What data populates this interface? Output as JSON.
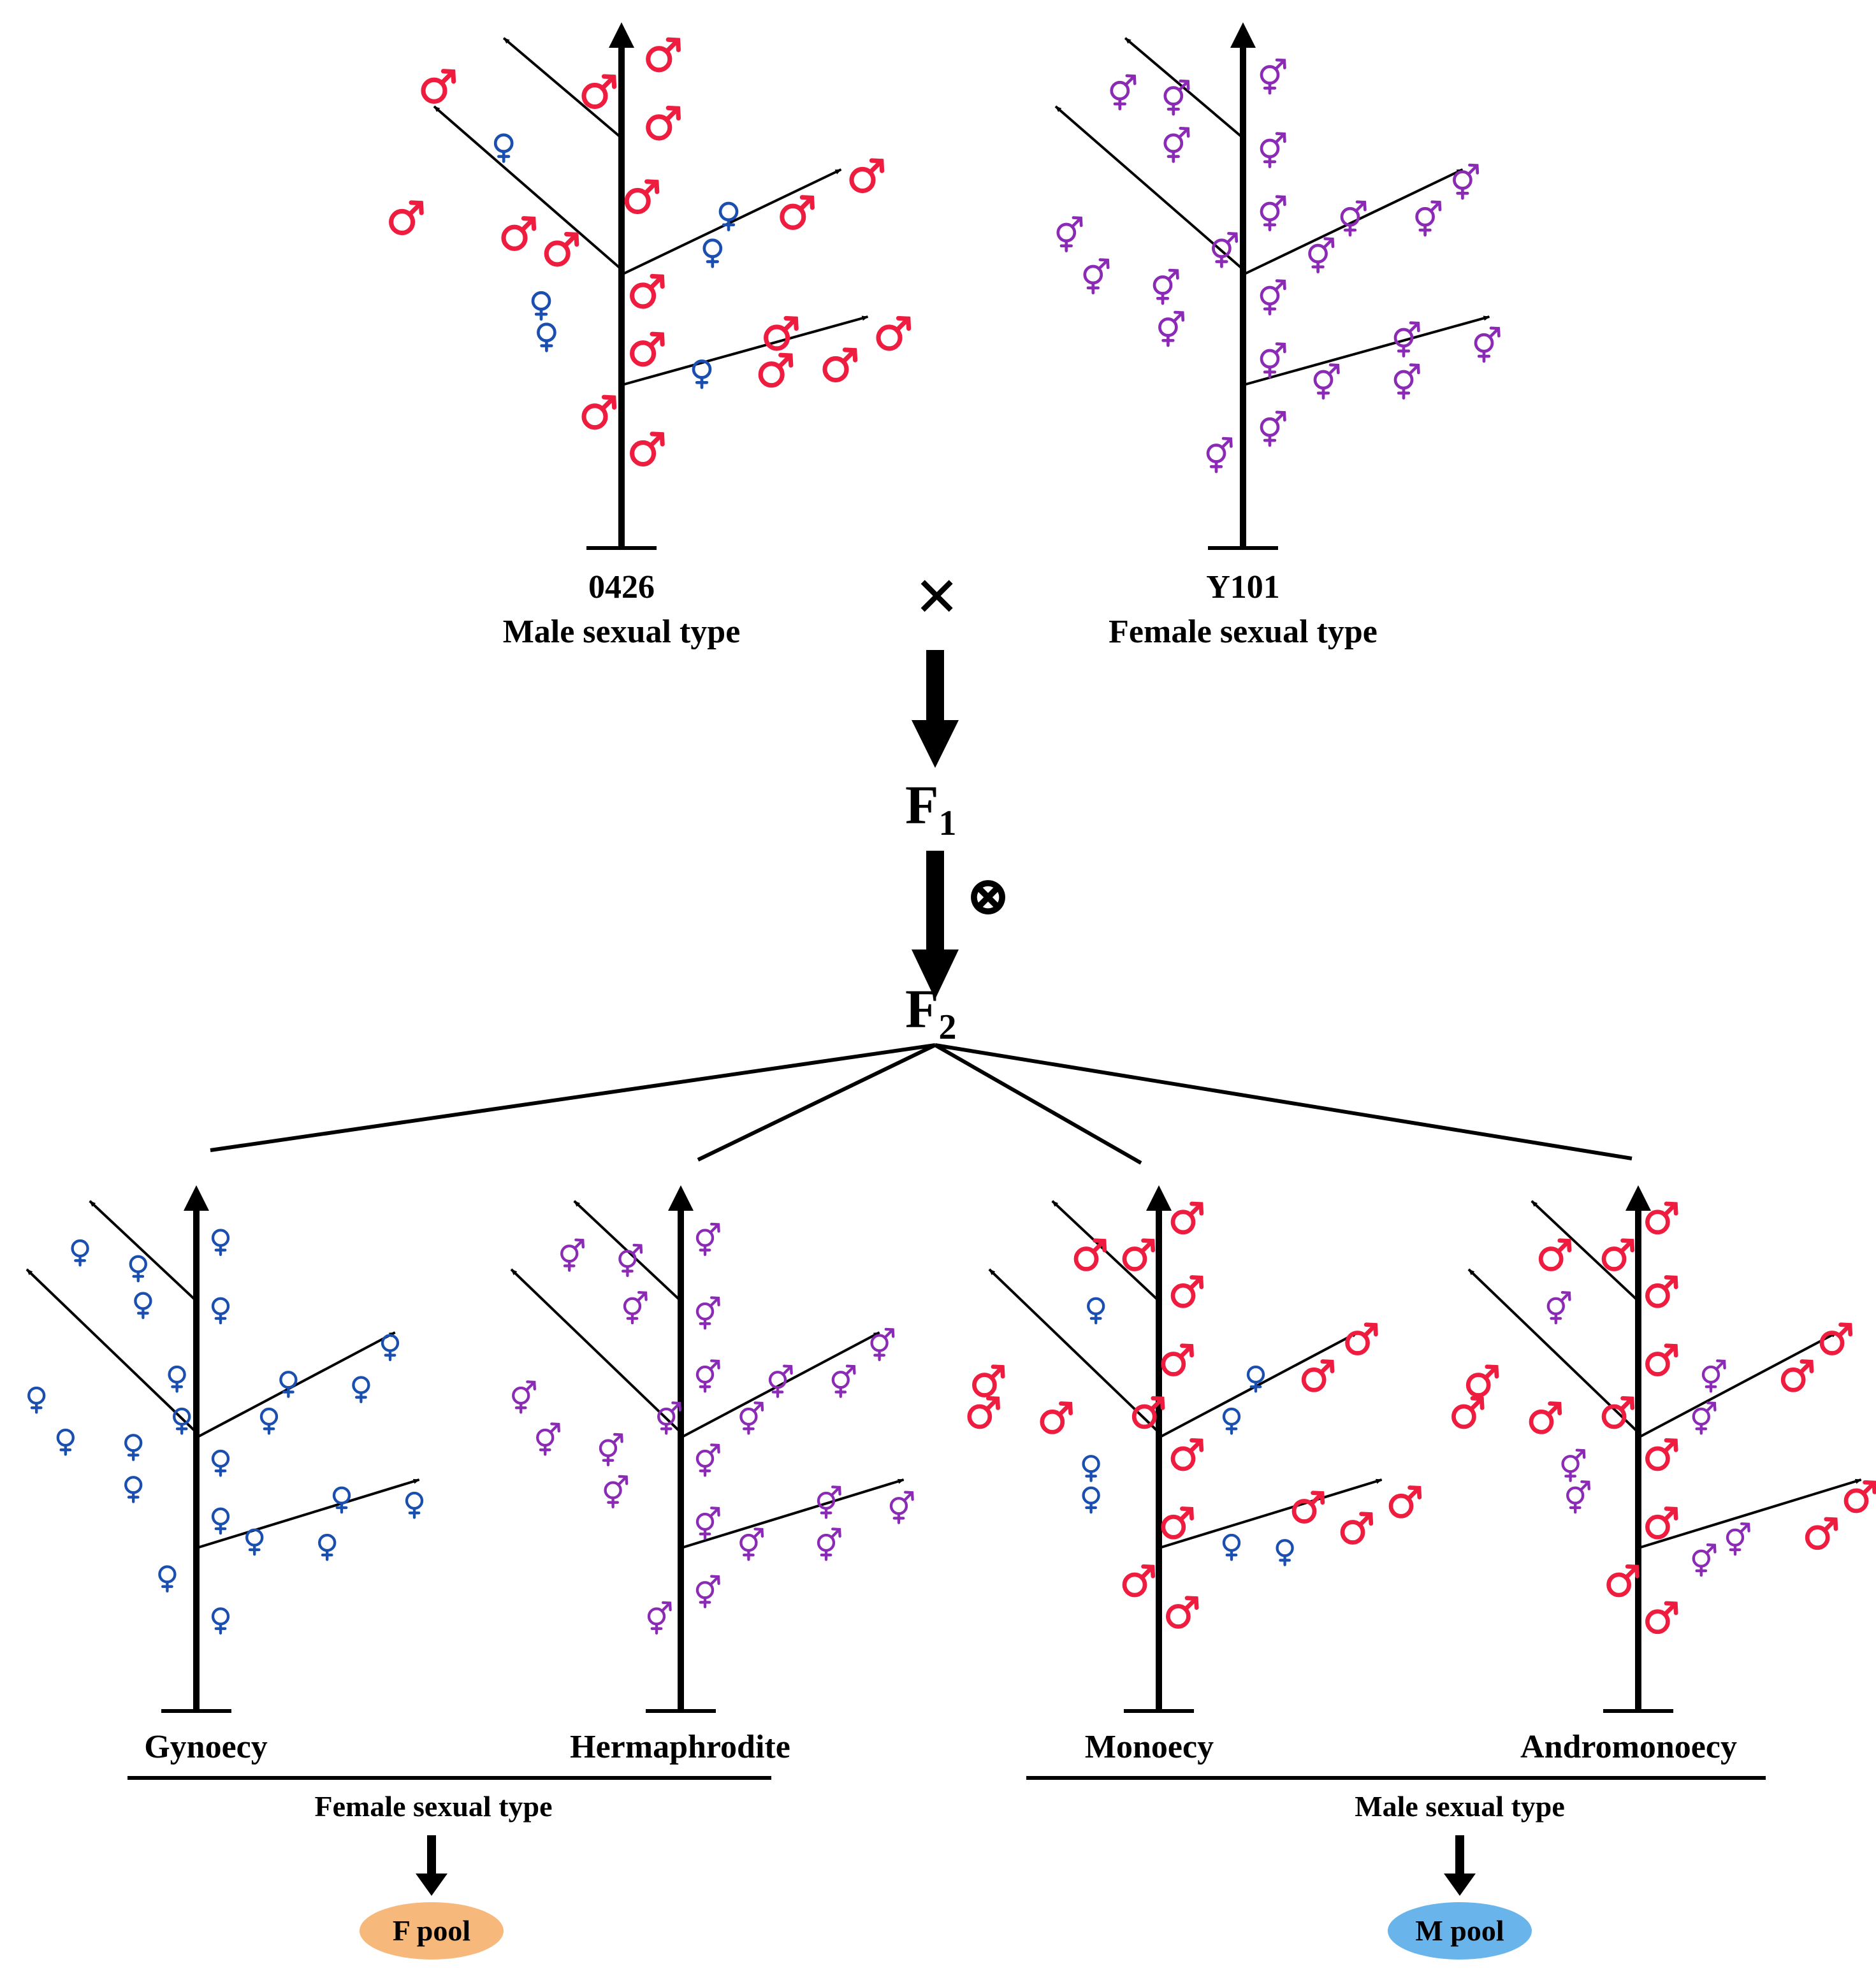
{
  "colors": {
    "male": "#ee1c3e",
    "female": "#1a4fb0",
    "hermaphrodite": "#8a2ab5",
    "line": "#000000",
    "f_pool_fill": "#f7b87c",
    "m_pool_fill": "#6ab4ec"
  },
  "parents": {
    "left": {
      "id": "0426",
      "type": "Male sexual type"
    },
    "right": {
      "id": "Y101",
      "type": "Female sexual type"
    },
    "cross_symbol": "×"
  },
  "generations": {
    "f1": {
      "base": "F",
      "sub": "1"
    },
    "f2": {
      "base": "F",
      "sub": "2"
    },
    "selfing_symbol": "⊗"
  },
  "phenotypes": [
    {
      "label": "Gynoecy"
    },
    {
      "label": "Hermaphrodite"
    },
    {
      "label": "Monoecy"
    },
    {
      "label": "Andromonoecy"
    }
  ],
  "groups": {
    "female": "Female sexual type",
    "male": "Male sexual type"
  },
  "pools": {
    "f": "F pool",
    "m": "M pool"
  },
  "plants": {
    "p0426": [
      {
        "kind": "male",
        "rx": 0.07,
        "ry": 0.07
      },
      {
        "kind": "male",
        "rx": -0.05,
        "ry": 0.14
      },
      {
        "kind": "male",
        "rx": -0.35,
        "ry": 0.13
      },
      {
        "kind": "female",
        "rx": -0.22,
        "ry": 0.23
      },
      {
        "kind": "male",
        "rx": 0.07,
        "ry": 0.2
      },
      {
        "kind": "male",
        "rx": 0.45,
        "ry": 0.3
      },
      {
        "kind": "male",
        "rx": 0.03,
        "ry": 0.34
      },
      {
        "kind": "female",
        "rx": 0.2,
        "ry": 0.36
      },
      {
        "kind": "male",
        "rx": 0.32,
        "ry": 0.37
      },
      {
        "kind": "male",
        "rx": -0.41,
        "ry": 0.38
      },
      {
        "kind": "male",
        "rx": -0.2,
        "ry": 0.41
      },
      {
        "kind": "male",
        "rx": -0.12,
        "ry": 0.44
      },
      {
        "kind": "female",
        "rx": 0.17,
        "ry": 0.43
      },
      {
        "kind": "male",
        "rx": 0.04,
        "ry": 0.52
      },
      {
        "kind": "female",
        "rx": -0.15,
        "ry": 0.53
      },
      {
        "kind": "female",
        "rx": -0.14,
        "ry": 0.59
      },
      {
        "kind": "male",
        "rx": 0.29,
        "ry": 0.6
      },
      {
        "kind": "male",
        "rx": 0.5,
        "ry": 0.6
      },
      {
        "kind": "male",
        "rx": 0.04,
        "ry": 0.63
      },
      {
        "kind": "female",
        "rx": 0.15,
        "ry": 0.66
      },
      {
        "kind": "male",
        "rx": 0.28,
        "ry": 0.67
      },
      {
        "kind": "male",
        "rx": 0.4,
        "ry": 0.66
      },
      {
        "kind": "male",
        "rx": -0.05,
        "ry": 0.75
      },
      {
        "kind": "male",
        "rx": 0.04,
        "ry": 0.82
      }
    ],
    "pY101": [
      {
        "kind": "herm",
        "rx": 0.05,
        "ry": 0.1
      },
      {
        "kind": "herm",
        "rx": -0.23,
        "ry": 0.13
      },
      {
        "kind": "herm",
        "rx": -0.13,
        "ry": 0.14
      },
      {
        "kind": "herm",
        "rx": -0.13,
        "ry": 0.23
      },
      {
        "kind": "herm",
        "rx": 0.05,
        "ry": 0.24
      },
      {
        "kind": "herm",
        "rx": 0.41,
        "ry": 0.3
      },
      {
        "kind": "herm",
        "rx": 0.05,
        "ry": 0.36
      },
      {
        "kind": "herm",
        "rx": 0.2,
        "ry": 0.37
      },
      {
        "kind": "herm",
        "rx": 0.34,
        "ry": 0.37
      },
      {
        "kind": "herm",
        "rx": -0.33,
        "ry": 0.4
      },
      {
        "kind": "herm",
        "rx": -0.04,
        "ry": 0.43
      },
      {
        "kind": "herm",
        "rx": 0.14,
        "ry": 0.44
      },
      {
        "kind": "herm",
        "rx": -0.28,
        "ry": 0.48
      },
      {
        "kind": "herm",
        "rx": -0.15,
        "ry": 0.5
      },
      {
        "kind": "herm",
        "rx": 0.05,
        "ry": 0.52
      },
      {
        "kind": "herm",
        "rx": -0.14,
        "ry": 0.58
      },
      {
        "kind": "herm",
        "rx": 0.3,
        "ry": 0.6
      },
      {
        "kind": "herm",
        "rx": 0.45,
        "ry": 0.61
      },
      {
        "kind": "herm",
        "rx": 0.05,
        "ry": 0.64
      },
      {
        "kind": "herm",
        "rx": 0.15,
        "ry": 0.68
      },
      {
        "kind": "herm",
        "rx": 0.3,
        "ry": 0.68
      },
      {
        "kind": "herm",
        "rx": 0.05,
        "ry": 0.77
      },
      {
        "kind": "herm",
        "rx": -0.05,
        "ry": 0.82
      }
    ],
    "pGyn": [
      {
        "kind": "female",
        "rx": 0.05,
        "ry": 0.1
      },
      {
        "kind": "female",
        "rx": -0.24,
        "ry": 0.12
      },
      {
        "kind": "female",
        "rx": -0.12,
        "ry": 0.15
      },
      {
        "kind": "female",
        "rx": -0.11,
        "ry": 0.22
      },
      {
        "kind": "female",
        "rx": 0.05,
        "ry": 0.23
      },
      {
        "kind": "female",
        "rx": 0.4,
        "ry": 0.3
      },
      {
        "kind": "female",
        "rx": -0.04,
        "ry": 0.36
      },
      {
        "kind": "female",
        "rx": 0.19,
        "ry": 0.37
      },
      {
        "kind": "female",
        "rx": 0.34,
        "ry": 0.38
      },
      {
        "kind": "female",
        "rx": -0.33,
        "ry": 0.4
      },
      {
        "kind": "female",
        "rx": -0.03,
        "ry": 0.44
      },
      {
        "kind": "female",
        "rx": 0.15,
        "ry": 0.44
      },
      {
        "kind": "female",
        "rx": -0.27,
        "ry": 0.48
      },
      {
        "kind": "female",
        "rx": -0.13,
        "ry": 0.49
      },
      {
        "kind": "female",
        "rx": 0.05,
        "ry": 0.52
      },
      {
        "kind": "female",
        "rx": -0.13,
        "ry": 0.57
      },
      {
        "kind": "female",
        "rx": 0.3,
        "ry": 0.59
      },
      {
        "kind": "female",
        "rx": 0.45,
        "ry": 0.6
      },
      {
        "kind": "female",
        "rx": 0.05,
        "ry": 0.63
      },
      {
        "kind": "female",
        "rx": 0.12,
        "ry": 0.67
      },
      {
        "kind": "female",
        "rx": 0.27,
        "ry": 0.68
      },
      {
        "kind": "female",
        "rx": -0.06,
        "ry": 0.74
      },
      {
        "kind": "female",
        "rx": 0.05,
        "ry": 0.82
      }
    ],
    "pHerm": [
      {
        "kind": "herm",
        "rx": 0.05,
        "ry": 0.1
      },
      {
        "kind": "herm",
        "rx": -0.23,
        "ry": 0.13
      },
      {
        "kind": "herm",
        "rx": -0.11,
        "ry": 0.14
      },
      {
        "kind": "herm",
        "rx": -0.1,
        "ry": 0.23
      },
      {
        "kind": "herm",
        "rx": 0.05,
        "ry": 0.24
      },
      {
        "kind": "herm",
        "rx": 0.41,
        "ry": 0.3
      },
      {
        "kind": "herm",
        "rx": 0.05,
        "ry": 0.36
      },
      {
        "kind": "herm",
        "rx": 0.2,
        "ry": 0.37
      },
      {
        "kind": "herm",
        "rx": 0.33,
        "ry": 0.37
      },
      {
        "kind": "herm",
        "rx": -0.33,
        "ry": 0.4
      },
      {
        "kind": "herm",
        "rx": -0.03,
        "ry": 0.44
      },
      {
        "kind": "herm",
        "rx": 0.14,
        "ry": 0.44
      },
      {
        "kind": "herm",
        "rx": -0.28,
        "ry": 0.48
      },
      {
        "kind": "herm",
        "rx": -0.15,
        "ry": 0.5
      },
      {
        "kind": "herm",
        "rx": 0.05,
        "ry": 0.52
      },
      {
        "kind": "herm",
        "rx": -0.14,
        "ry": 0.58
      },
      {
        "kind": "herm",
        "rx": 0.3,
        "ry": 0.6
      },
      {
        "kind": "herm",
        "rx": 0.45,
        "ry": 0.61
      },
      {
        "kind": "herm",
        "rx": 0.05,
        "ry": 0.64
      },
      {
        "kind": "herm",
        "rx": 0.14,
        "ry": 0.68
      },
      {
        "kind": "herm",
        "rx": 0.3,
        "ry": 0.68
      },
      {
        "kind": "herm",
        "rx": 0.05,
        "ry": 0.77
      },
      {
        "kind": "herm",
        "rx": -0.05,
        "ry": 0.82
      }
    ],
    "pMon": [
      {
        "kind": "male",
        "rx": 0.05,
        "ry": 0.07
      },
      {
        "kind": "male",
        "rx": -0.05,
        "ry": 0.14
      },
      {
        "kind": "male",
        "rx": -0.15,
        "ry": 0.14
      },
      {
        "kind": "female",
        "rx": -0.13,
        "ry": 0.23
      },
      {
        "kind": "male",
        "rx": 0.05,
        "ry": 0.21
      },
      {
        "kind": "male",
        "rx": 0.41,
        "ry": 0.3
      },
      {
        "kind": "male",
        "rx": 0.03,
        "ry": 0.34
      },
      {
        "kind": "female",
        "rx": 0.2,
        "ry": 0.36
      },
      {
        "kind": "male",
        "rx": 0.32,
        "ry": 0.37
      },
      {
        "kind": "male",
        "rx": -0.36,
        "ry": 0.38
      },
      {
        "kind": "male",
        "rx": -0.03,
        "ry": 0.44
      },
      {
        "kind": "female",
        "rx": 0.15,
        "ry": 0.44
      },
      {
        "kind": "male",
        "rx": -0.37,
        "ry": 0.44
      },
      {
        "kind": "male",
        "rx": -0.22,
        "ry": 0.45
      },
      {
        "kind": "male",
        "rx": 0.05,
        "ry": 0.52
      },
      {
        "kind": "female",
        "rx": -0.14,
        "ry": 0.53
      },
      {
        "kind": "female",
        "rx": -0.14,
        "ry": 0.59
      },
      {
        "kind": "male",
        "rx": 0.3,
        "ry": 0.62
      },
      {
        "kind": "male",
        "rx": 0.5,
        "ry": 0.61
      },
      {
        "kind": "male",
        "rx": 0.03,
        "ry": 0.65
      },
      {
        "kind": "female",
        "rx": 0.15,
        "ry": 0.68
      },
      {
        "kind": "male",
        "rx": 0.4,
        "ry": 0.66
      },
      {
        "kind": "female",
        "rx": 0.26,
        "ry": 0.69
      },
      {
        "kind": "male",
        "rx": -0.05,
        "ry": 0.76
      },
      {
        "kind": "male",
        "rx": 0.04,
        "ry": 0.82
      }
    ],
    "pAndro": [
      {
        "kind": "male",
        "rx": 0.04,
        "ry": 0.07
      },
      {
        "kind": "male",
        "rx": -0.18,
        "ry": 0.14
      },
      {
        "kind": "male",
        "rx": -0.05,
        "ry": 0.14
      },
      {
        "kind": "herm",
        "rx": -0.17,
        "ry": 0.23
      },
      {
        "kind": "male",
        "rx": 0.04,
        "ry": 0.21
      },
      {
        "kind": "male",
        "rx": 0.4,
        "ry": 0.3
      },
      {
        "kind": "male",
        "rx": 0.04,
        "ry": 0.34
      },
      {
        "kind": "herm",
        "rx": 0.15,
        "ry": 0.36
      },
      {
        "kind": "male",
        "rx": 0.32,
        "ry": 0.37
      },
      {
        "kind": "male",
        "rx": -0.33,
        "ry": 0.38
      },
      {
        "kind": "male",
        "rx": -0.05,
        "ry": 0.44
      },
      {
        "kind": "herm",
        "rx": 0.13,
        "ry": 0.44
      },
      {
        "kind": "male",
        "rx": -0.36,
        "ry": 0.44
      },
      {
        "kind": "male",
        "rx": -0.2,
        "ry": 0.45
      },
      {
        "kind": "male",
        "rx": 0.04,
        "ry": 0.52
      },
      {
        "kind": "herm",
        "rx": -0.14,
        "ry": 0.53
      },
      {
        "kind": "herm",
        "rx": -0.13,
        "ry": 0.59
      },
      {
        "kind": "male",
        "rx": 0.45,
        "ry": 0.6
      },
      {
        "kind": "male",
        "rx": 0.04,
        "ry": 0.65
      },
      {
        "kind": "herm",
        "rx": 0.2,
        "ry": 0.67
      },
      {
        "kind": "male",
        "rx": 0.37,
        "ry": 0.67
      },
      {
        "kind": "herm",
        "rx": 0.13,
        "ry": 0.71
      },
      {
        "kind": "male",
        "rx": -0.04,
        "ry": 0.76
      },
      {
        "kind": "male",
        "rx": 0.04,
        "ry": 0.83
      }
    ]
  }
}
